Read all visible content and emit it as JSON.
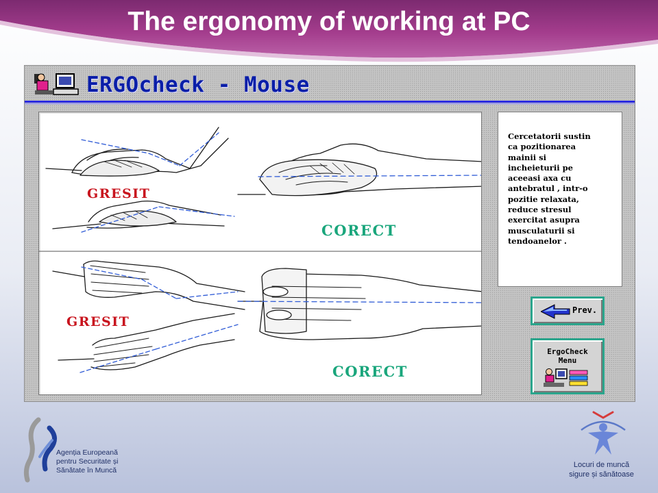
{
  "slide": {
    "title": "The ergonomy of working at PC",
    "banner_color": "#9e3684"
  },
  "app": {
    "title": "ERGOcheck - Mouse",
    "title_color": "#0a1ea8",
    "rule_color": "#2a2ae0",
    "logo_icon": "person-at-computer-icon"
  },
  "illustration": {
    "top_wrong_label": "GRESIT",
    "top_right_label": "CORECT",
    "bottom_wrong_label": "GRESIT",
    "bottom_right_label": "CORECT",
    "wrong_color": "#c8141e",
    "right_color": "#1aa67c",
    "guide_line_color": "#2f5bd6"
  },
  "info_panel": {
    "lines": [
      "Cercetatorii sustin",
      "ca pozitionarea",
      "mainii si",
      "incheieturii pe",
      "aceeasi axa cu",
      "antebratul , intr-o",
      "pozitie relaxata,",
      "reduce stresul",
      "exercitat asupra",
      "musculaturii si",
      "tendoanelor ."
    ]
  },
  "buttons": {
    "prev": {
      "label": "Prev.",
      "icon": "left-arrow-icon"
    },
    "menu": {
      "label_line1": "ErgoCheck",
      "label_line2": "Menu",
      "icon": "menu-computer-icon"
    },
    "border_color": "#2aa58c"
  },
  "footer": {
    "agency_lines": [
      "Agenția Europeană",
      "pentru Securitate și",
      "Sănătate în Muncă"
    ],
    "campaign_lines": [
      "Locuri de muncă",
      "sigure și sănătoase"
    ]
  }
}
